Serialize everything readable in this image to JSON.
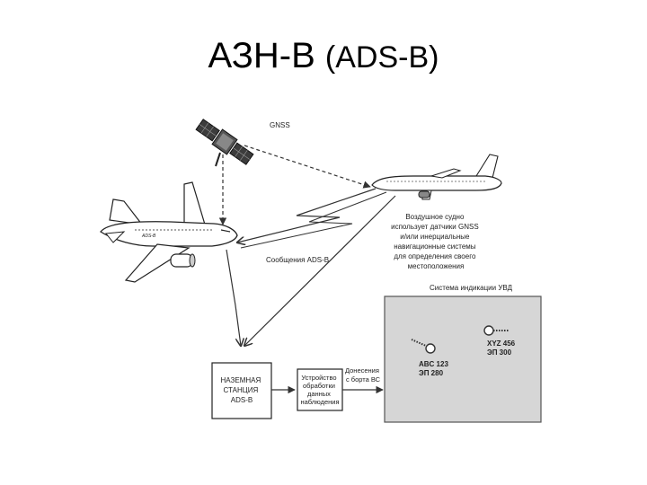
{
  "title": {
    "main": "АЗН-В",
    "latin": "(ADS-B)"
  },
  "labels": {
    "gnss": "GNSS",
    "aircraft_note": [
      "Воздушное судно",
      "использует датчики GNSS",
      "и/или инерциальные",
      "навигационные системы",
      "для определения своего",
      "местоположения"
    ],
    "adsb_messages": "Сообщения ADS-B",
    "display_title": "Система индикации УВД",
    "ground_station": [
      "НАЗЕМНАЯ",
      "СТАНЦИЯ",
      "ADS-B"
    ],
    "processor": [
      "Устройство",
      "обработки",
      "данных",
      "наблюдения"
    ],
    "reports": [
      "Донесения",
      "с борта ВС"
    ],
    "track1": [
      "ABC 123",
      "ЭП 280"
    ],
    "track2": [
      "XYZ 456",
      "ЭП 300"
    ],
    "left_plane_text": "ADS-B"
  },
  "colors": {
    "line": "#333333",
    "display_fill": "#d6d6d6",
    "display_stroke": "#555555"
  }
}
